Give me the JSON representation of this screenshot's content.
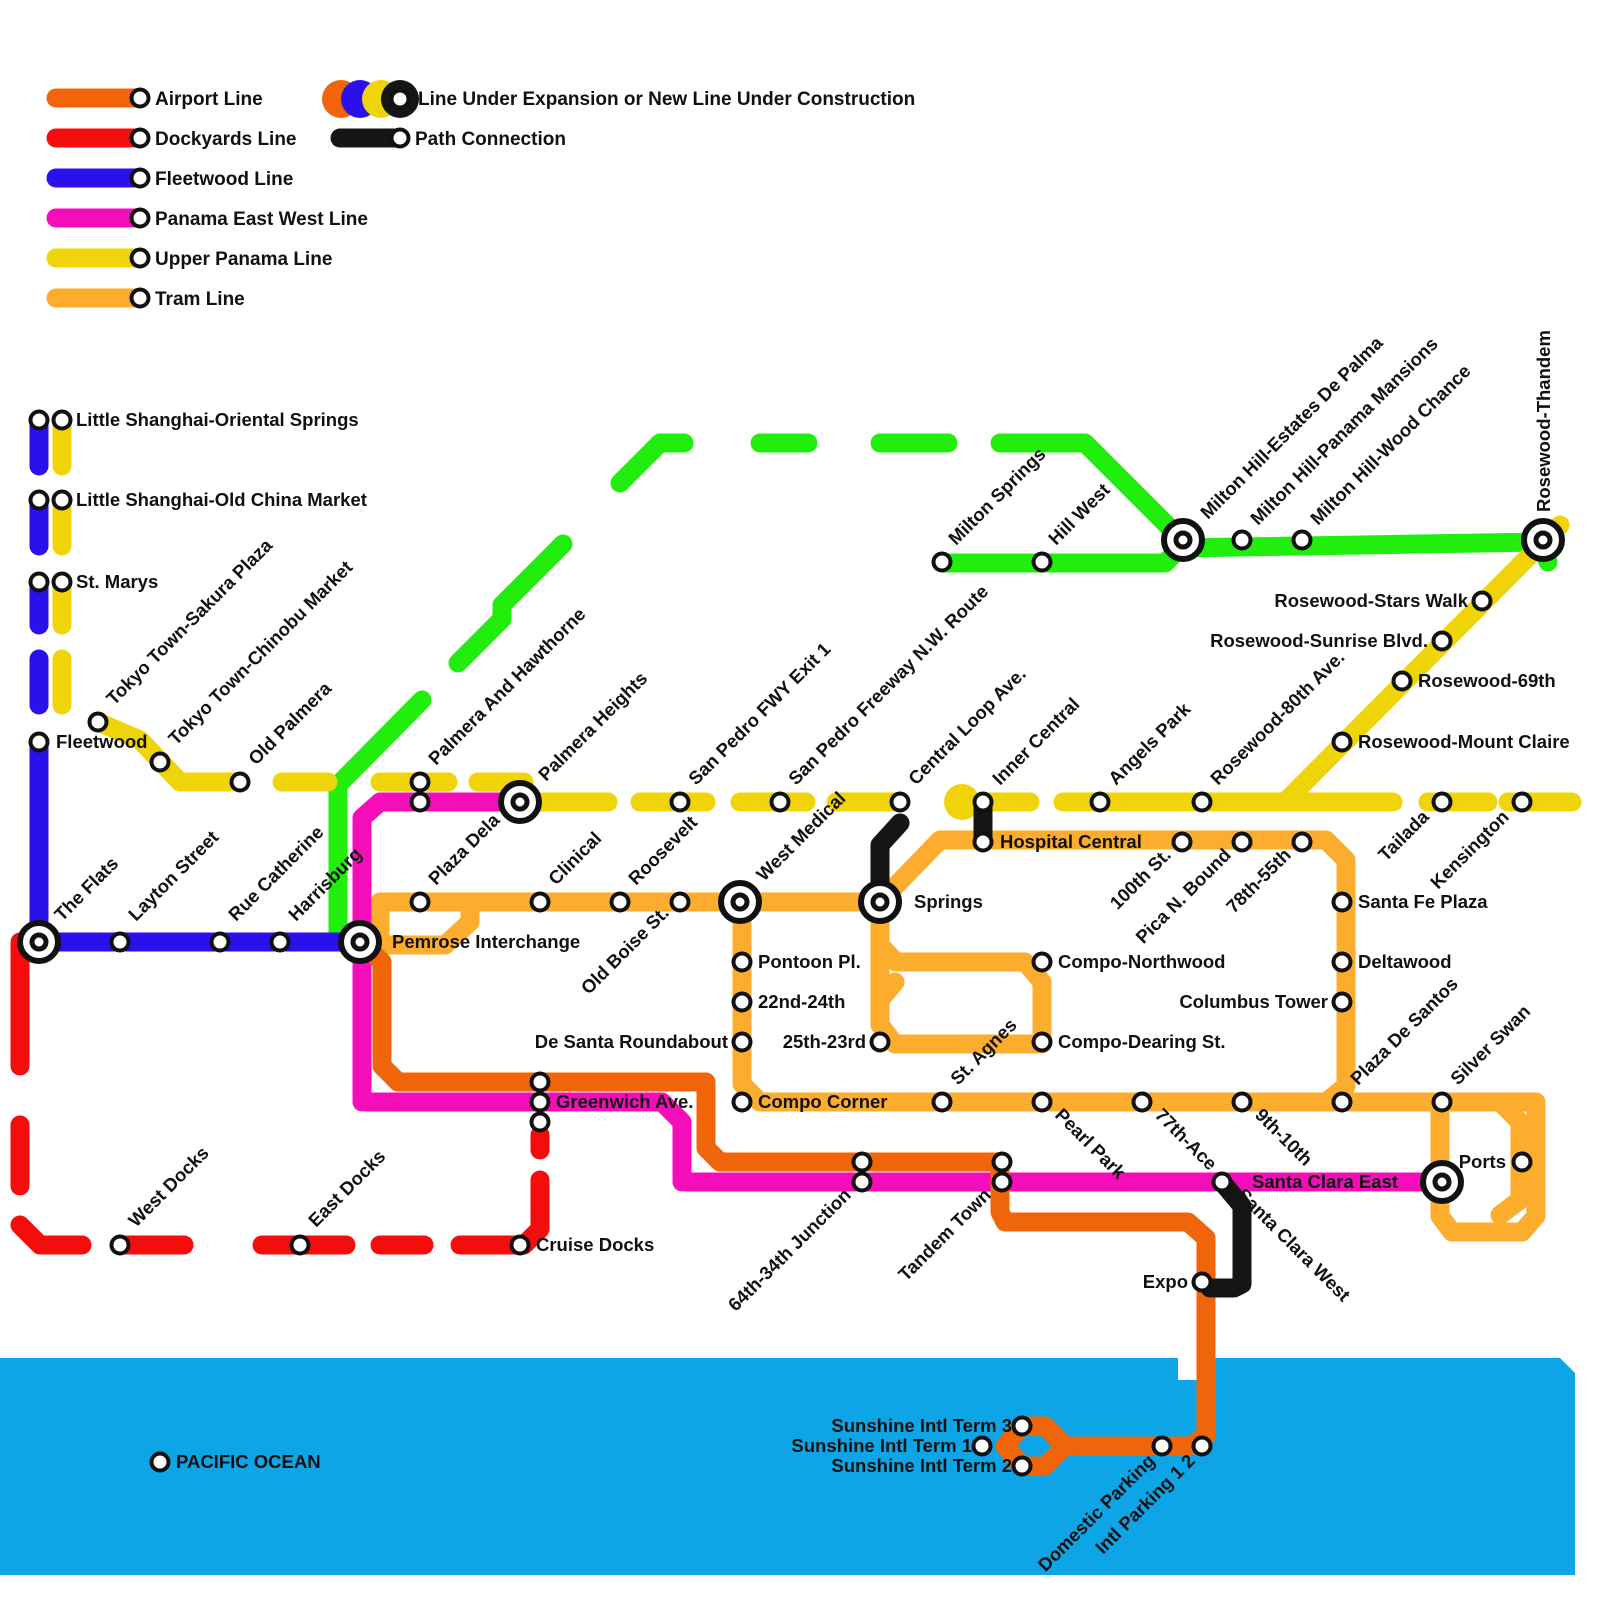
{
  "colors": {
    "airport": "#f0650a",
    "dockyards": "#f40d0d",
    "fleetwood": "#2a10ea",
    "panama_ew": "#f40db8",
    "upper_panama": "#f0d40a",
    "tram": "#fcad2d",
    "green": "#22ee0e",
    "path": "#151515",
    "water": "#0ea5e6"
  },
  "legend": {
    "airport": "Airport Line",
    "dockyards": "Dockyards Line",
    "fleetwood": "Fleetwood Line",
    "panama_ew": "Panama East West Line",
    "upper_panama": "Upper Panama Line",
    "tram": "Tram Line",
    "expansion": "Line Under Expansion or New Line Under Construction",
    "path": "Path Connection"
  },
  "stations": {
    "ls_oriental": "Little Shanghai-Oriental Springs",
    "ls_oldchina": "Little Shanghai-Old China Market",
    "st_marys": "St. Marys",
    "fleetwood": "Fleetwood",
    "the_flats": "The Flats",
    "layton": "Layton Street",
    "rue_catherine": "Rue Catherine",
    "harrisburg": "Harrisburg",
    "pemrose": "Pemrose Interchange",
    "tt_sakura": "Tokyo Town-Sakura Plaza",
    "tt_chinobu": "Tokyo Town-Chinobu Market",
    "old_palmera": "Old Palmera",
    "palmera_hawthorne": "Palmera And Hawthorne",
    "palmera_heights": "Palmera Heights",
    "plaza_dela": "Plaza Dela",
    "clinical": "Clinical",
    "roosevelt": "Roosevelt",
    "old_boise": "Old Boise St.",
    "west_medical": "West Medical",
    "sp_exit1": "San Pedro FWY Exit 1",
    "sp_nw": "San Pedro Freeway N.W. Route",
    "central_loop": "Central Loop Ave.",
    "inner_central": "Inner Central",
    "hospital_central": "Hospital Central",
    "springs": "Springs",
    "angels_park": "Angels Park",
    "rw_80th": "Rosewood-80th Ave.",
    "street_100th": "100th St.",
    "pica": "Pica N. Bound",
    "s78_55": "78th-55th",
    "tailada": "Tailada",
    "kensington": "Kensington",
    "rw_mount": "Rosewood-Mount Claire",
    "rw_69": "Rosewood-69th",
    "rw_sunrise": "Rosewood-Sunrise Blvd.",
    "rw_stars": "Rosewood-Stars Walk",
    "rw_thandem": "Rosewood-Thandem",
    "milton_springs": "Milton Springs",
    "hill_west": "Hill West",
    "mh_estates": "Milton Hill-Estates De Palma",
    "mh_mansions": "Milton Hill-Panama Mansions",
    "mh_wood": "Milton Hill-Wood Chance",
    "pontoon": "Pontoon Pl.",
    "s22_24": "22nd-24th",
    "de_santa": "De Santa Roundabout",
    "compo_corner": "Compo Corner",
    "s25_23": "25th-23rd",
    "compo_nw": "Compo-Northwood",
    "compo_dearing": "Compo-Dearing St.",
    "st_agnes": "St. Agnes",
    "pearl_park": "Pearl Park",
    "s77_ace": "77th-Ace",
    "s9_10": "9th-10th",
    "plaza_santos": "Plaza De Santos",
    "silver_swan": "Silver Swan",
    "ports": "Ports",
    "santa_fe": "Santa Fe Plaza",
    "deltawood": "Deltawood",
    "columbus": "Columbus Tower",
    "greenwich": "Greenwich Ave.",
    "junction_64_34": "64th-34th Junction",
    "tandem_town": "Tandem Town",
    "santa_clara_east": "Santa Clara East",
    "santa_clara_west": "Santa Clara West",
    "expo": "Expo",
    "west_docks": "West Docks",
    "east_docks": "East Docks",
    "cruise_docks": "Cruise Docks",
    "term3": "Sunshine Intl Term 3",
    "term1": "Sunshine Intl Term 1",
    "term2": "Sunshine Intl Term 2",
    "domestic_parking": "Domestic Parking",
    "intl_parking": "Intl Parking 1  2",
    "pacific": "PACIFIC OCEAN"
  }
}
